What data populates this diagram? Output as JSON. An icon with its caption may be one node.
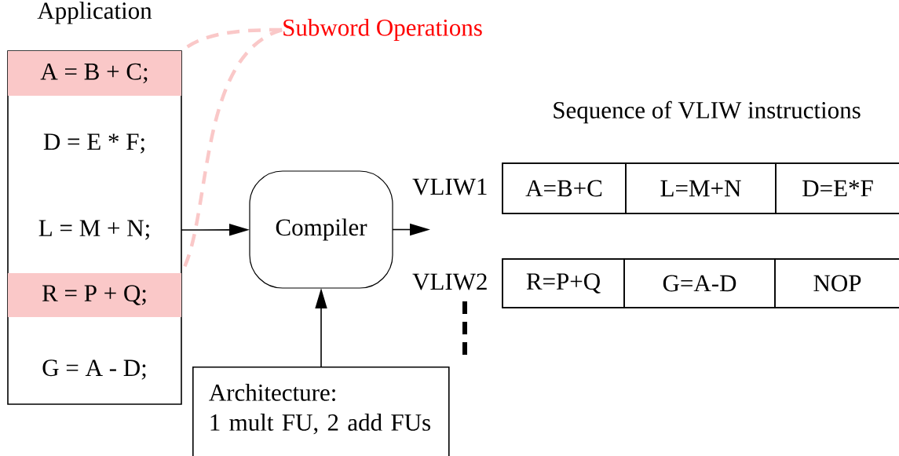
{
  "diagram": {
    "title": "Sequence of VLIW instructions",
    "nodes": [
      {
        "text": [
          "Application"
        ]
      },
      {
        "text": [
          "A = B + C;"
        ],
        "in": 0
      },
      {
        "text": [
          "D = E * F;"
        ],
        "in": 0
      },
      {
        "text": [
          "L = M + N;"
        ],
        "in": 0
      },
      {
        "text": [
          "R = P + Q;"
        ],
        "in": 0
      },
      {
        "text": [
          "G = A - D;"
        ],
        "in": 0
      },
      {
        "text": [
          "Compiler"
        ]
      },
      {
        "text": [
          "Architecture:",
          "1 mult FU, 2 add FUs"
        ]
      },
      {
        "text": [
          "Subword Operations"
        ]
      },
      {
        "text": [],
        "shape": "box",
        "beside": [
          "VLIW1"
        ]
      },
      {
        "text": [
          "A=B+C"
        ],
        "in": 9
      },
      {
        "text": [
          "L=M+N"
        ],
        "in": 9
      },
      {
        "text": [
          "D=E*F"
        ],
        "in": 9
      },
      {
        "text": [],
        "shape": "box",
        "beside": [
          "VLIW2"
        ]
      },
      {
        "text": [
          "R=P+Q"
        ],
        "in": 13
      },
      {
        "text": [
          "G=A-D"
        ],
        "in": 13
      },
      {
        "text": [
          "NOP"
        ],
        "in": 13
      }
    ],
    "edges": [
      {
        "from": 3,
        "to": 6,
        "arrow": "to"
      },
      {
        "from": 6,
        "to": null,
        "arrow": "to"
      },
      {
        "from": 7,
        "to": 6,
        "arrow": "to"
      },
      {
        "from": 8,
        "to": 1,
        "arrow": "none",
        "style": "dashed",
        "color": "#fac8c8"
      },
      {
        "from": 8,
        "to": 4,
        "arrow": "none",
        "style": "dashed",
        "color": "#fac8c8"
      }
    ]
  }
}
